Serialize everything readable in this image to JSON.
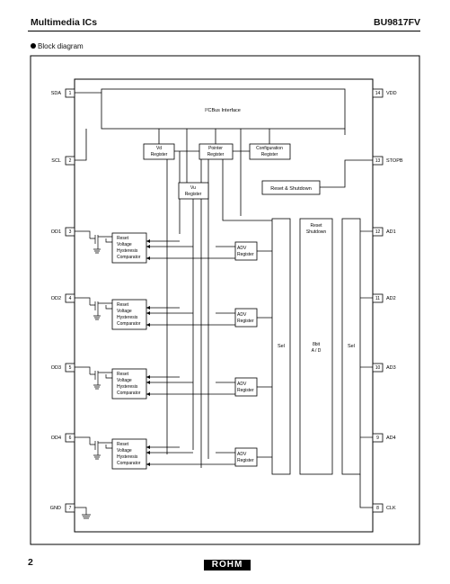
{
  "header": {
    "left": "Multimedia ICs",
    "right": "BU9817FV"
  },
  "section_title": "Block diagram",
  "footer": {
    "page_number": "2",
    "logo": "ROHM"
  },
  "pins_left": [
    {
      "name": "SDA",
      "num": "1"
    },
    {
      "name": "SCL",
      "num": "2"
    },
    {
      "name": "OD1",
      "num": "3"
    },
    {
      "name": "OD2",
      "num": "4"
    },
    {
      "name": "OD3",
      "num": "5"
    },
    {
      "name": "OD4",
      "num": "6"
    },
    {
      "name": "GND",
      "num": "7"
    }
  ],
  "pins_right": [
    {
      "name": "VDD",
      "num": "14"
    },
    {
      "name": "STOPB",
      "num": "13"
    },
    {
      "name": "AD1",
      "num": "12"
    },
    {
      "name": "AD2",
      "num": "11"
    },
    {
      "name": "AD3",
      "num": "10"
    },
    {
      "name": "AD4",
      "num": "9"
    },
    {
      "name": "CLK",
      "num": "8"
    }
  ],
  "blocks": {
    "i2c": "I²CBus Interface",
    "vd1": "Vd",
    "vd2": "Register",
    "ptr1": "Pointer",
    "ptr2": "Register",
    "cfg1": "Configuration",
    "cfg2": "Register",
    "vu1": "Vu",
    "vu2": "Register",
    "reset_shutdown": "Reset & Shutdown",
    "adc_reset1": "Reset",
    "adc_reset2": "Shutdown",
    "adc1": "8bit",
    "adc2": "A / D",
    "sel": "Sel"
  },
  "comparator": [
    "Reset",
    "Voltage",
    "Hysteresis",
    "Comparator"
  ],
  "adv": [
    "ADV",
    "Register"
  ]
}
